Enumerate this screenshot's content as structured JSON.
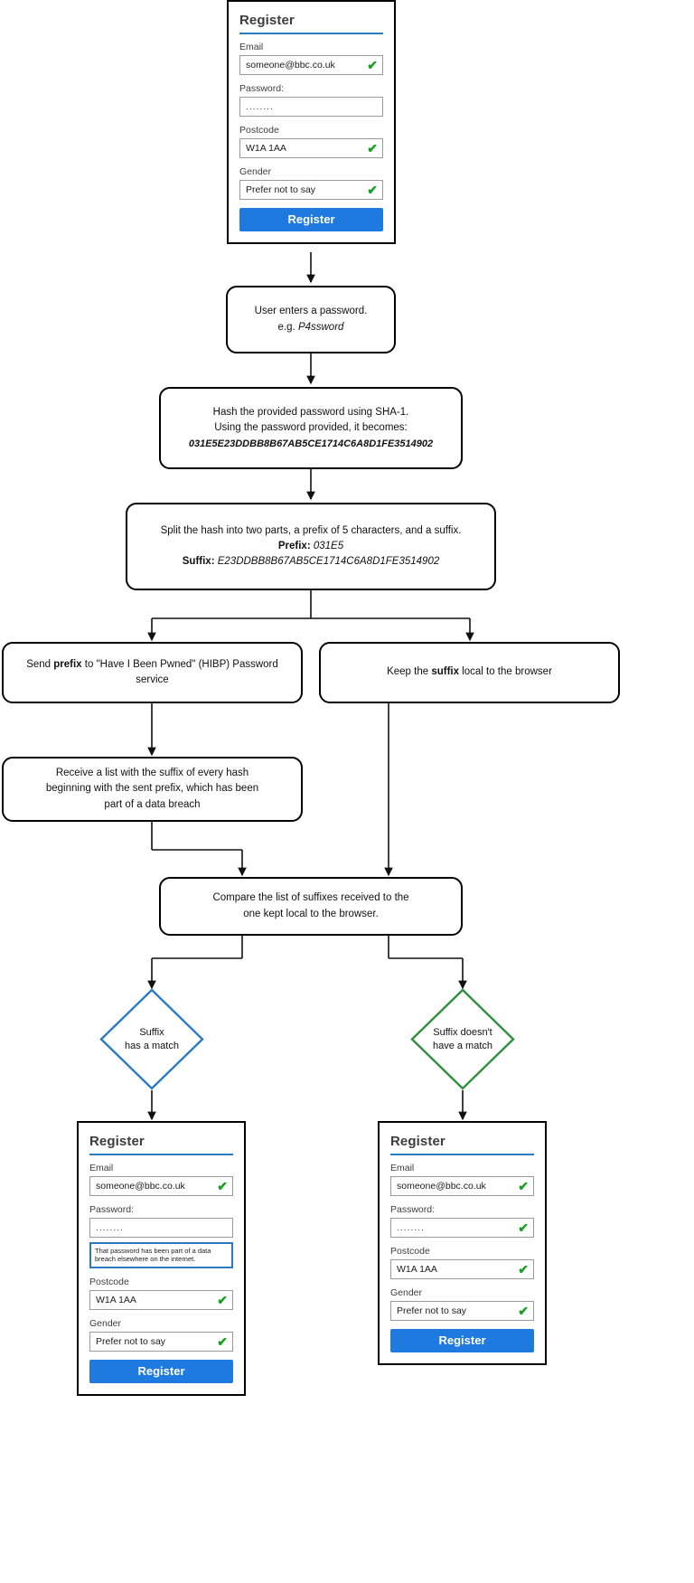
{
  "diagram": {
    "title": "HIBP k-anonymity password check flow",
    "colors": {
      "accent_blue": "#2b7bc4",
      "button_blue": "#1f7ae0",
      "tick_green": "#15a021",
      "diamond_blue": "#2b7bc4",
      "diamond_green": "#2f8f3e",
      "outline_black": "#000000"
    }
  },
  "register_form_top": {
    "title": "Register",
    "fields": [
      {
        "label": "Email",
        "value": "someone@bbc.co.uk",
        "valid": true,
        "masked": false
      },
      {
        "label": "Password:",
        "value": "........",
        "valid": false,
        "masked": true
      },
      {
        "label": "Postcode",
        "value": "W1A 1AA",
        "valid": true,
        "masked": false
      },
      {
        "label": "Gender",
        "value": "Prefer not to say",
        "valid": true,
        "masked": false
      }
    ],
    "submit_label": "Register"
  },
  "steps": {
    "enter_password": {
      "line1": "User enters a password.",
      "line2_prefix": "e.g. ",
      "line2_value": "P4ssword"
    },
    "hash": {
      "line1": "Hash the provided password using SHA-1.",
      "line2": "Using the password provided, it becomes:",
      "line3_value": "031E5E23DDBB8B67AB5CE1714C6A8D1FE3514902"
    },
    "split": {
      "line1": "Split the hash into two parts, a prefix of 5 characters, and a suffix.",
      "prefix_label": "Prefix:",
      "prefix_value": "031E5",
      "suffix_label": "Suffix:",
      "suffix_value": "E23DDBB8B67AB5CE1714C6A8D1FE3514902"
    },
    "send_prefix": {
      "part1": "Send ",
      "bold": "prefix",
      "part2": " to \"Have I Been Pwned\" (HIBP) Password service"
    },
    "keep_suffix": {
      "part1": "Keep the ",
      "bold": "suffix",
      "part2": " local to the browser"
    },
    "receive_list": {
      "line1": "Receive a list with the suffix of every hash",
      "line2": "beginning with the sent prefix, which has been",
      "line3": "part of a data breach"
    },
    "compare": {
      "line1": "Compare the list of suffixes received to the",
      "line2": "one kept local to the browser."
    }
  },
  "decisions": {
    "match": {
      "line1": "Suffix",
      "line2": "has a match",
      "color": "#2b7bc4"
    },
    "no_match": {
      "line1": "Suffix doesn't",
      "line2": "have a match",
      "color": "#2f8f3e"
    }
  },
  "register_form_breached": {
    "title": "Register",
    "fields": [
      {
        "label": "Email",
        "value": "someone@bbc.co.uk",
        "valid": true,
        "masked": false
      },
      {
        "label": "Password:",
        "value": "........",
        "valid": false,
        "masked": true
      },
      {
        "label": "Postcode",
        "value": "W1A 1AA",
        "valid": true,
        "masked": false
      },
      {
        "label": "Gender",
        "value": "Prefer not to say",
        "valid": true,
        "masked": false
      }
    ],
    "warning": "That password has been part of a data breach elsewhere on the internet.",
    "submit_label": "Register"
  },
  "register_form_ok": {
    "title": "Register",
    "fields": [
      {
        "label": "Email",
        "value": "someone@bbc.co.uk",
        "valid": true,
        "masked": false
      },
      {
        "label": "Password:",
        "value": "........",
        "valid": true,
        "masked": true
      },
      {
        "label": "Postcode",
        "value": "W1A 1AA",
        "valid": true,
        "masked": false
      },
      {
        "label": "Gender",
        "value": "Prefer not to say",
        "valid": true,
        "masked": false
      }
    ],
    "submit_label": "Register"
  },
  "icons": {
    "check": "✔"
  }
}
